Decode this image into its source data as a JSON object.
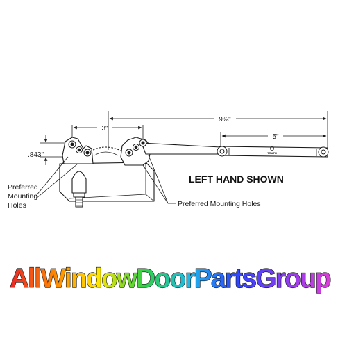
{
  "dimensions": {
    "overall_length": "9⅞\"",
    "arm_length": "5\"",
    "mount_hole_spacing": "3\"",
    "offset_height": ".843\""
  },
  "heading": "LEFT HAND SHOWN",
  "callouts": {
    "left_line1": "Preferred",
    "left_line2": "Mounting",
    "left_line3": "Holes",
    "right": "Preferred Mounting Holes"
  },
  "arm_stamp": "TRUTH",
  "brand": {
    "name": "AllWindowDoorPartsGroup",
    "gradient_colors": [
      "#e8202a",
      "#ff8a00",
      "#ffe600",
      "#2fd046",
      "#1fb7e8",
      "#2a46ff",
      "#8a3cf0",
      "#e23dd8"
    ]
  }
}
